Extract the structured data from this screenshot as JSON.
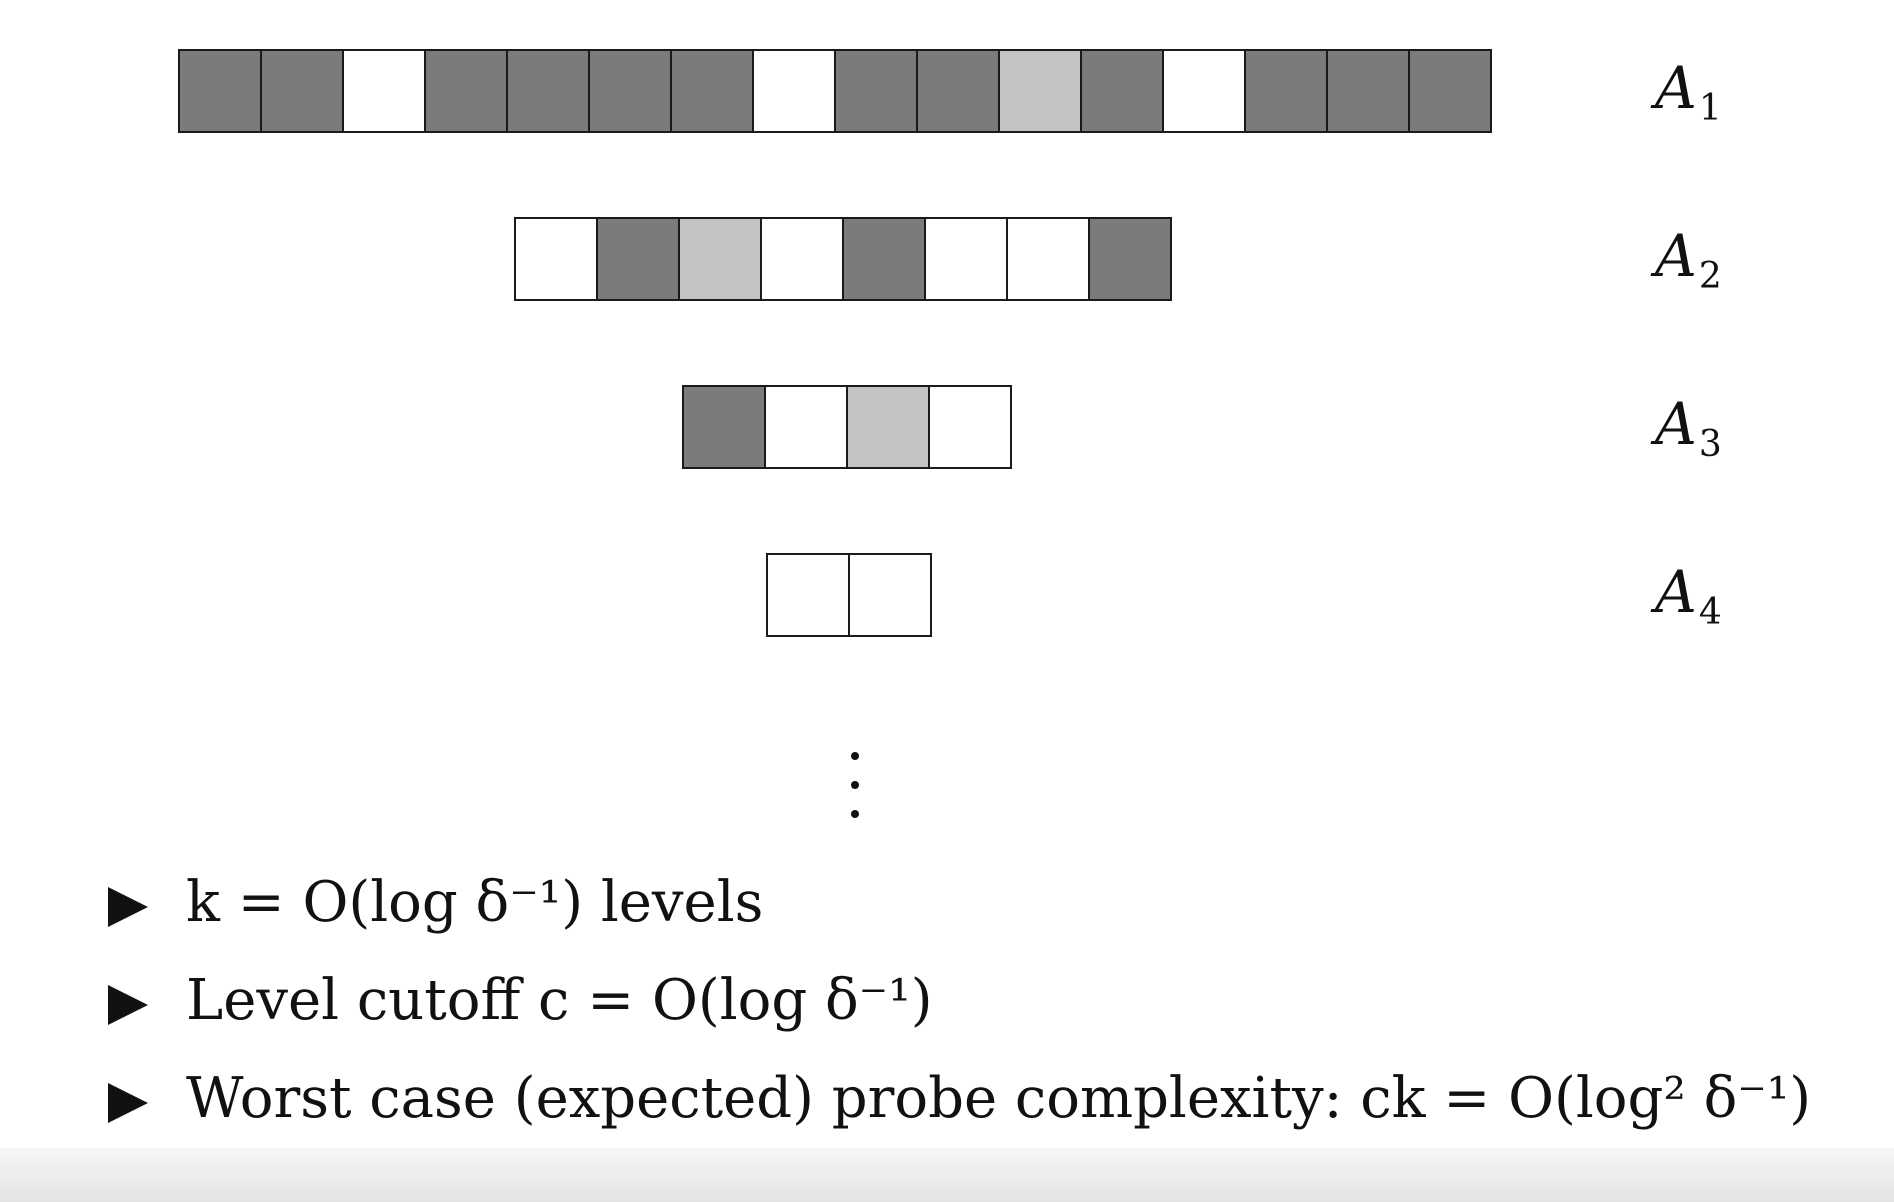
{
  "colors": {
    "dark": "#7b7b7b",
    "light": "#c3c3c3",
    "empty": "#ffffff"
  },
  "levels": [
    {
      "label": "A",
      "sub": "1",
      "cells": [
        "dark",
        "dark",
        "empty",
        "dark",
        "dark",
        "dark",
        "dark",
        "empty",
        "dark",
        "dark",
        "light",
        "dark",
        "empty",
        "dark",
        "dark",
        "dark"
      ]
    },
    {
      "label": "A",
      "sub": "2",
      "cells": [
        "empty",
        "dark",
        "light",
        "empty",
        "dark",
        "empty",
        "empty",
        "dark"
      ]
    },
    {
      "label": "A",
      "sub": "3",
      "cells": [
        "dark",
        "empty",
        "light",
        "empty"
      ]
    },
    {
      "label": "A",
      "sub": "4",
      "cells": [
        "empty",
        "empty"
      ]
    }
  ],
  "bullets": [
    "k = O(log δ⁻¹) levels",
    "Level cutoff c = O(log δ⁻¹)",
    "Worst case (expected) probe complexity: ck = O(log² δ⁻¹)"
  ]
}
